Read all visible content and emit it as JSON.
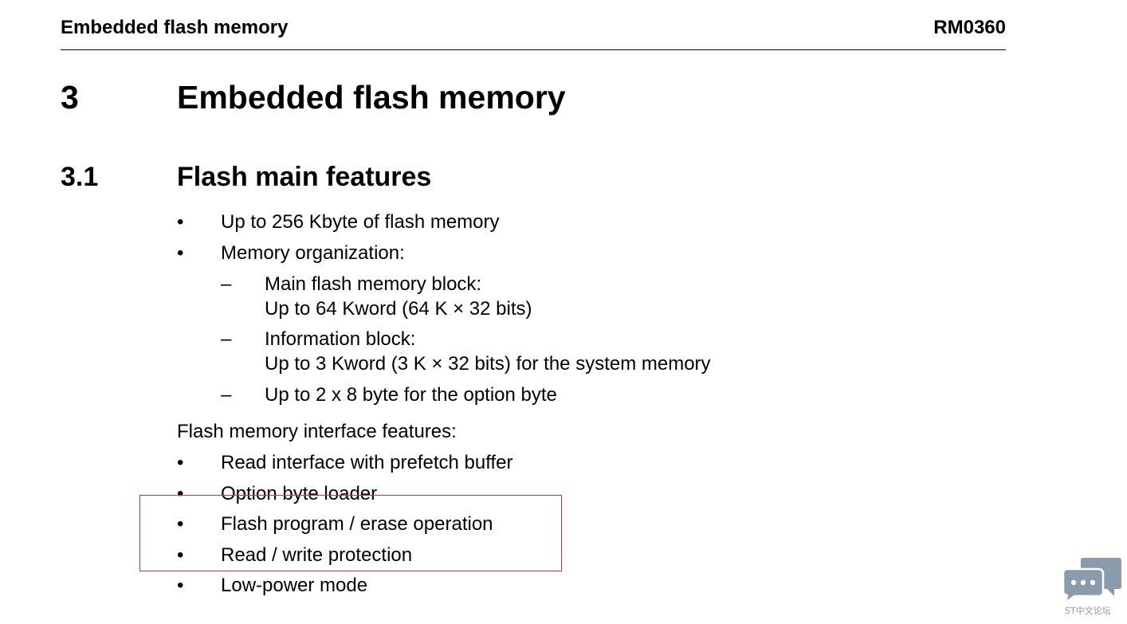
{
  "header": {
    "left": "Embedded flash memory",
    "right": "RM0360"
  },
  "section": {
    "number": "3",
    "title": "Embedded flash memory"
  },
  "subsection": {
    "number": "3.1",
    "title": "Flash main features"
  },
  "features": {
    "bullet_symbol": "•",
    "dash_symbol": "–",
    "item1": "Up to 256 Kbyte of flash memory",
    "item2": "Memory organization:",
    "sub1_line1": "Main flash memory block:",
    "sub1_line2": "Up to 64 Kword (64 K × 32 bits)",
    "sub2_line1": "Information block:",
    "sub2_line2": "Up to 3 Kword (3 K × 32 bits) for the system memory",
    "sub3_line1": "Up to 2 x 8 byte for the option byte"
  },
  "interface": {
    "intro": "Flash memory interface features:",
    "items": [
      "Read interface with prefetch buffer",
      "Option byte loader",
      "Flash program / erase operation",
      "Read / write protection",
      "Low-power mode"
    ]
  },
  "highlight": {
    "color": "#d9303a"
  },
  "chat_widget": {
    "icon": "chat-bubbles-icon",
    "caption": "ST中文论坛",
    "color": "#8a9bab"
  }
}
